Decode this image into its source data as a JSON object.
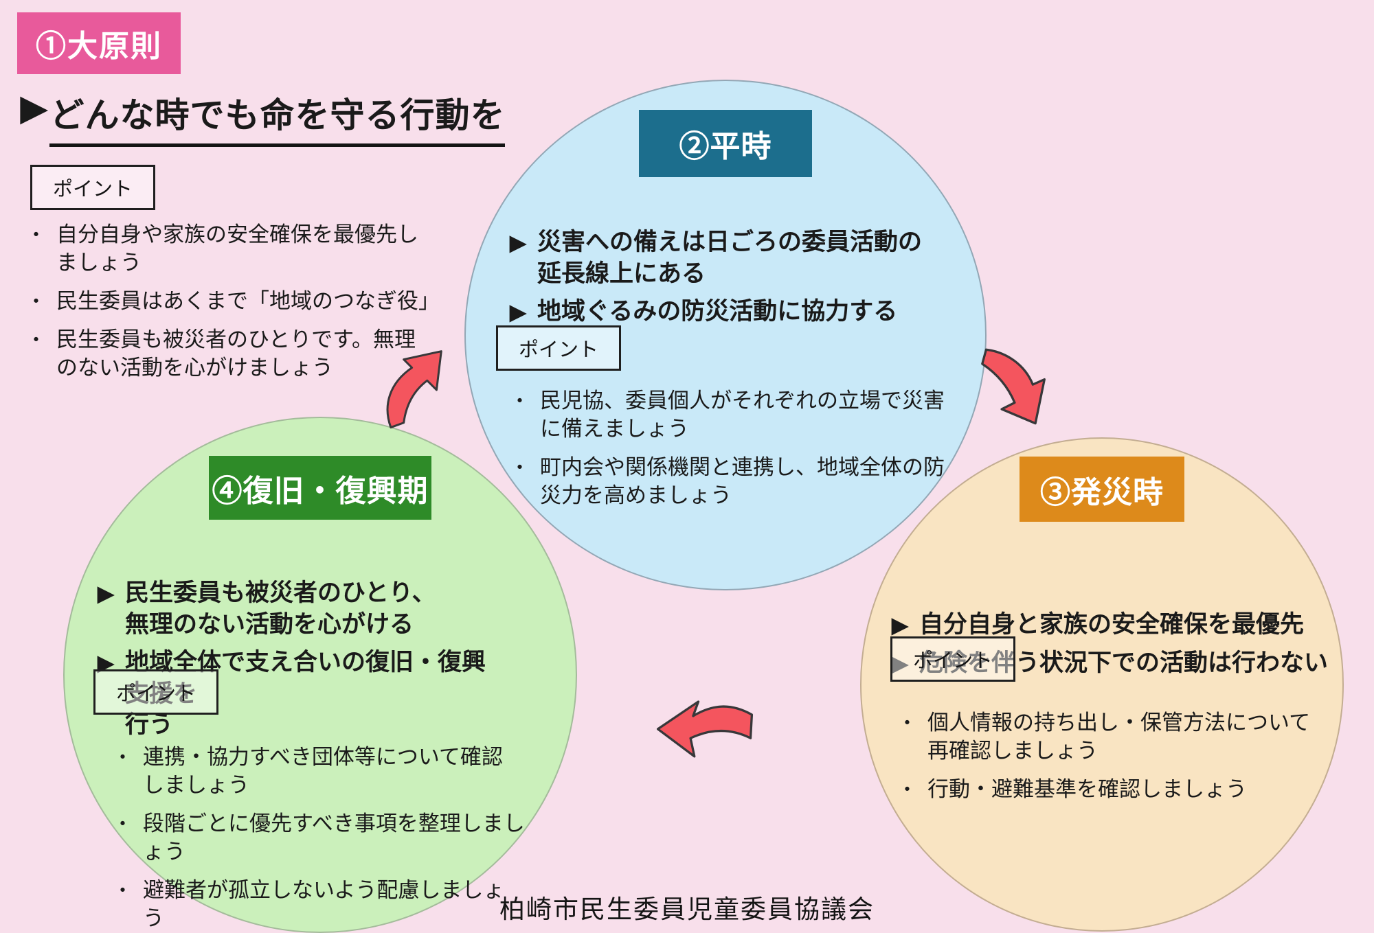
{
  "page": {
    "badge_label": "①大原則",
    "heading_marker": "▶",
    "heading": "どんな時でも命を守る行動を",
    "bullet_char": "・",
    "arrow_char": "▶",
    "footer": "柏崎市民生委員児童委員協議会",
    "colors": {
      "background": "#f8dfeb",
      "badge": "#e85a9b",
      "arrow": "#f4555e",
      "text": "#1a1a1a"
    }
  },
  "principle": {
    "point_label": "ポイント",
    "points": [
      "自分自身や家族の安全確保を最優先し\nましょう",
      "民生委員はあくまで「地域のつなぎ役」",
      "民生委員も被災者のひとりです。無理\nのない活動を心がけましょう"
    ]
  },
  "circles": [
    {
      "id": "heiji",
      "title": "②平時",
      "header_color": "#1c6e8d",
      "fill_color": "#c9e9f8",
      "statements": [
        "災害への備えは日ごろの委員活動の\n延長線上にある",
        "地域ぐるみの防災活動に協力する"
      ],
      "point_label": "ポイント",
      "points": [
        "民児協、委員個人がそれぞれの立場で災害\nに備えましょう",
        "町内会や関係機関と連携し、地域全体の防\n災力を高めましょう"
      ]
    },
    {
      "id": "hassai",
      "title": "③発災時",
      "header_color": "#dd8a1b",
      "fill_color": "#f9e4c2",
      "statements": [
        "自分自身と家族の安全確保を最優先",
        "危険を伴う状況下での活動は行わない"
      ],
      "point_label": "ポイント",
      "points": [
        "個人情報の持ち出し・保管方法について\n再確認しましょう",
        "行動・避難基準を確認しましょう"
      ]
    },
    {
      "id": "fukkyu",
      "title": "④復旧・復興期",
      "header_color": "#2e8b28",
      "fill_color": "#cbf0bb",
      "statements": [
        "民生委員も被災者のひとり、\n無理のない活動を心がける",
        "地域全体で支え合いの復旧・復興支援を\n行う"
      ],
      "point_label": "ポイント",
      "points": [
        "連携・協力すべき団体等について確認\nしましょう",
        "段階ごとに優先すべき事項を整理しましょう",
        "避難者が孤立しないよう配慮しましょう"
      ]
    }
  ]
}
